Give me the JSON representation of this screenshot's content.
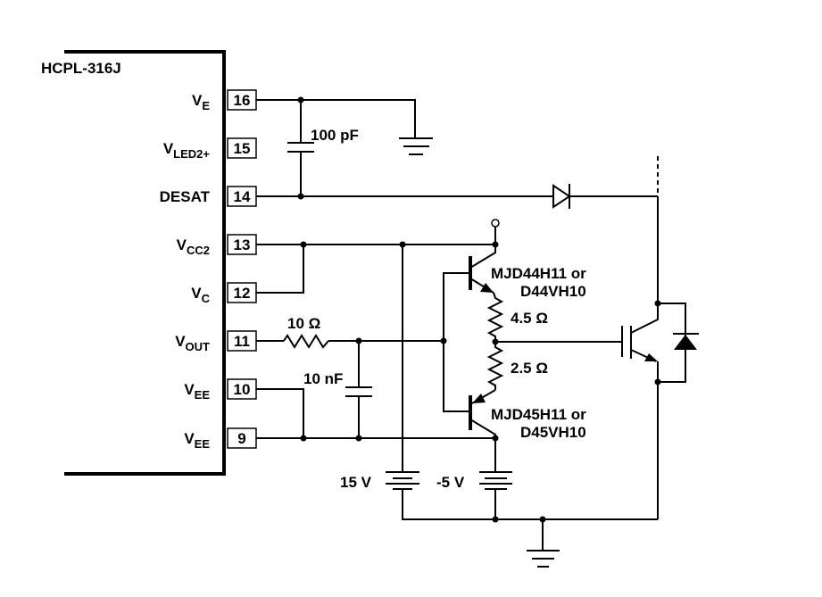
{
  "ic": {
    "name": "HCPL-316J",
    "pins": [
      {
        "number": "16",
        "label": "V",
        "sub": "E"
      },
      {
        "number": "15",
        "label": "V",
        "sub": "LED2+"
      },
      {
        "number": "14",
        "label": "DESAT",
        "sub": ""
      },
      {
        "number": "13",
        "label": "V",
        "sub": "CC2"
      },
      {
        "number": "12",
        "label": "V",
        "sub": "C"
      },
      {
        "number": "11",
        "label": "V",
        "sub": "OUT"
      },
      {
        "number": "10",
        "label": "V",
        "sub": "EE"
      },
      {
        "number": "9",
        "label": "V",
        "sub": "EE"
      }
    ]
  },
  "components": {
    "c_desat": "100 pF",
    "r_gate": "10 Ω",
    "c_gate": "10 nF",
    "r_on": "4.5 Ω",
    "r_off": "2.5 Ω",
    "q_npn": [
      "MJD44H11 or",
      "D44VH10"
    ],
    "q_pnp": [
      "MJD45H11 or",
      "D45VH10"
    ],
    "bat_pos": "15 V",
    "bat_neg": "-5 V"
  }
}
